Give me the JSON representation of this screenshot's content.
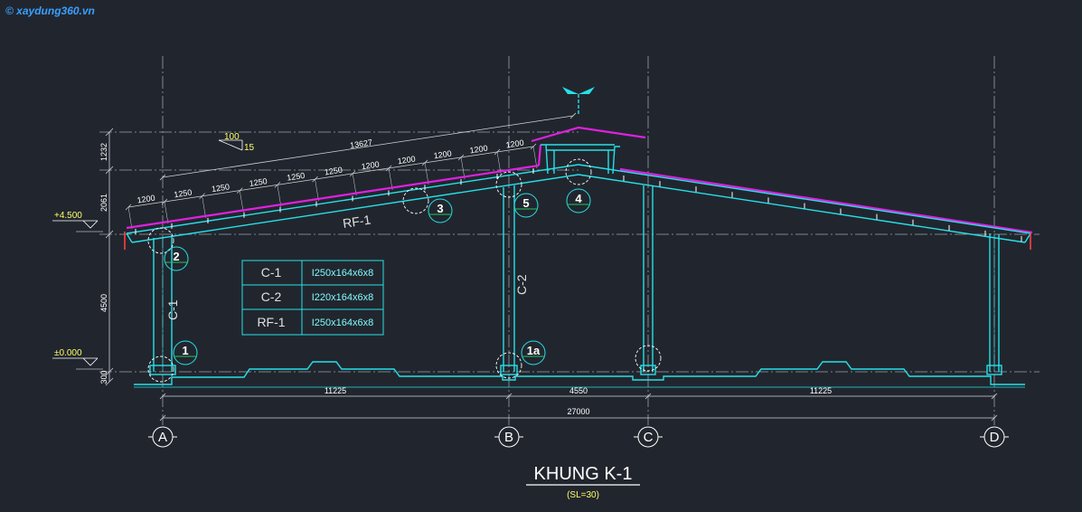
{
  "watermark": "© xaydung360.vn",
  "title": "KHUNG K-1",
  "scale": "(SL=30)",
  "levels": {
    "top": "+4.500",
    "base": "±0.000"
  },
  "slope": {
    "run": "100",
    "rise": "15"
  },
  "rafter_length": "13627",
  "purlin_spacings": [
    "1200",
    "1250",
    "1250",
    "1250",
    "1250",
    "1250",
    "1200",
    "1200",
    "1200",
    "1200",
    "1200"
  ],
  "vertical_dims": [
    "1232",
    "2061",
    "4500",
    "300"
  ],
  "bottom_dims": {
    "ab": "11225",
    "bc": "4550",
    "cd": "11225",
    "total": "27000"
  },
  "grid_axes": [
    "A",
    "B",
    "C",
    "D"
  ],
  "member_labels": {
    "rafter": "RF-1",
    "col1": "C-1",
    "col2": "C-2"
  },
  "details": [
    "1",
    "1a",
    "2",
    "3",
    "4",
    "5"
  ],
  "schedule": [
    {
      "name": "C-1",
      "section": "I250x164x6x8"
    },
    {
      "name": "C-2",
      "section": "I220x164x6x8"
    },
    {
      "name": "RF-1",
      "section": "I250x164x6x8"
    }
  ],
  "colors": {
    "background": "#21262e",
    "structure": "#27e0e8",
    "roof_sheet": "#e020e0",
    "text": "#ffffff",
    "level": "#ffff66"
  }
}
